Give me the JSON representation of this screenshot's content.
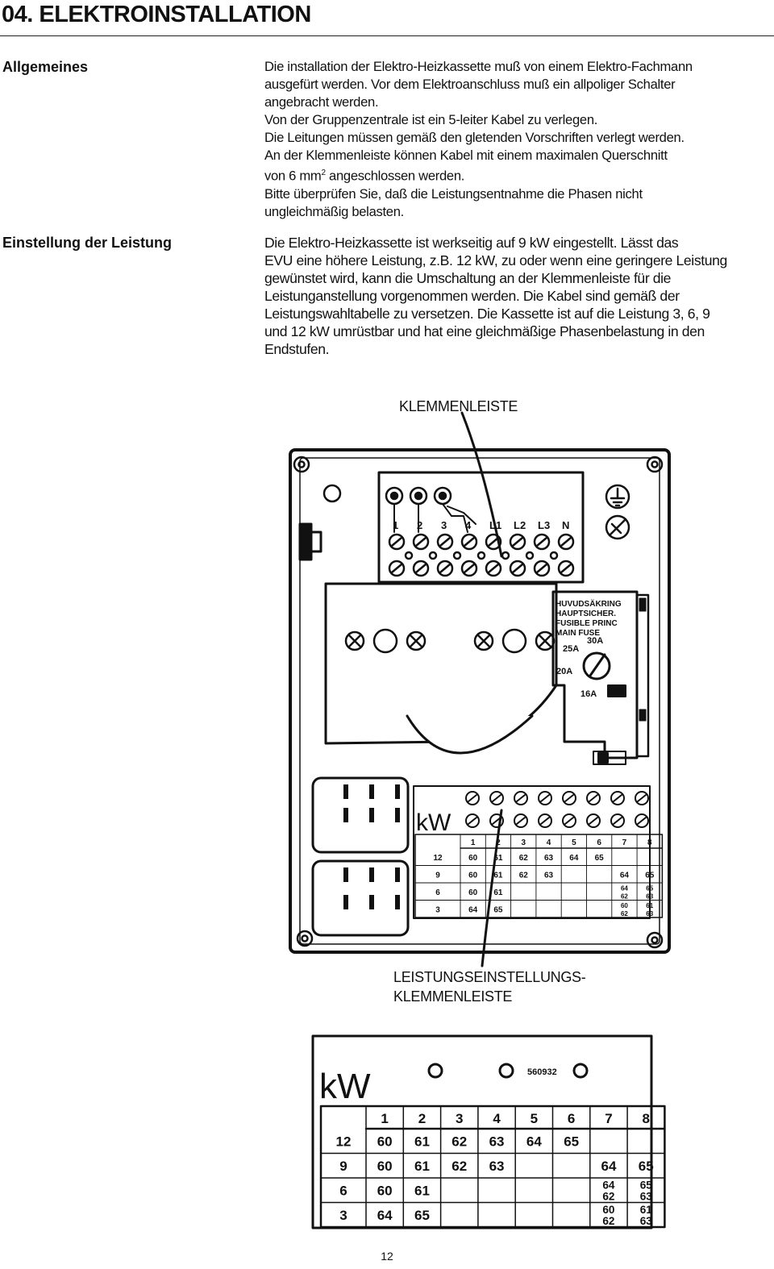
{
  "page_title": "04. ELEKTROINSTALLATION",
  "sections": [
    {
      "heading": "Allgemeines",
      "lines": [
        "Die installation der Elektro-Heizkassette muß von einem Elektro-Fachmann",
        "ausgefürt werden. Vor dem Elektroanschluss muß ein allpoliger Schalter",
        "angebracht werden.",
        "Von der Gruppenzentrale ist ein 5-leiter Kabel zu verlegen.",
        "Die Leitungen müssen gemäß den gletenden Vorschriften verlegt werden.",
        "An der Klemmenleiste können Kabel mit einem maximalen Querschnitt"
      ],
      "mm_line": {
        "before": "von 6 mm",
        "superscript": "2",
        "after": " angeschlossen werden."
      },
      "lines_after": [
        "Bitte überprüfen Sie, daß  die Leistungsentnahme die Phasen nicht",
        "ungleichmäßig belasten."
      ]
    },
    {
      "heading": "Einstellung der Leistung",
      "lines": [
        "Die Elektro-Heizkassette ist werkseitig auf 9 kW eingestellt. Lässt das",
        "EVU eine höhere Leistung, z.B. 12 kW, zu oder wenn eine geringere Leistung",
        "gewünstet wird, kann die Umschaltung an der Klemmenleiste für die",
        "Leistunganstellung vorgenommen werden. Die Kabel sind gemäß der",
        "Leistungswahltabelle zu versetzen. Die Kassette ist auf die Leistung 3, 6, 9",
        "und 12 kW umrüstbar und hat eine gleichmäßige Phasenbelastung in den",
        "Endstufen."
      ]
    }
  ],
  "figure": {
    "top_caption": "KLEMMENLEISTE",
    "bottom_caption_lines": [
      "LEISTUNGSEINSTELLUNGS-",
      "KLEMMENLEISTE"
    ],
    "terminal_labels": [
      "1",
      "2",
      "3",
      "4",
      "L1",
      "L2",
      "L3",
      "N"
    ],
    "fuse_label_lines": [
      "HUVUDSÄKRING",
      "HAUPTSICHER.",
      "FUSIBLE PRINC",
      "MAIN FUSE"
    ],
    "fuse_positions": [
      "30A",
      "25A",
      "20A",
      "16A"
    ],
    "table_unit": "kW",
    "table_columns": [
      "1",
      "2",
      "3",
      "4",
      "5",
      "6",
      "7",
      "8"
    ],
    "table_rows": [
      {
        "kw": "12",
        "cells": [
          [
            "60"
          ],
          [
            "61"
          ],
          [
            "62"
          ],
          [
            "63"
          ],
          [
            "64"
          ],
          [
            "65"
          ],
          [],
          []
        ]
      },
      {
        "kw": "9",
        "cells": [
          [
            "60"
          ],
          [
            "61"
          ],
          [
            "62"
          ],
          [
            "63"
          ],
          [],
          [],
          [
            "64"
          ],
          [
            "65"
          ]
        ]
      },
      {
        "kw": "6",
        "cells": [
          [
            "60"
          ],
          [
            "61"
          ],
          [],
          [],
          [],
          [],
          [
            "64",
            "62"
          ],
          [
            "65",
            "63"
          ]
        ]
      },
      {
        "kw": "3",
        "cells": [
          [
            "64"
          ],
          [
            "65"
          ],
          [],
          [],
          [],
          [],
          [
            "60",
            "62"
          ],
          [
            "61",
            "63"
          ]
        ]
      }
    ],
    "part_number": "560932"
  },
  "page_number": "12"
}
